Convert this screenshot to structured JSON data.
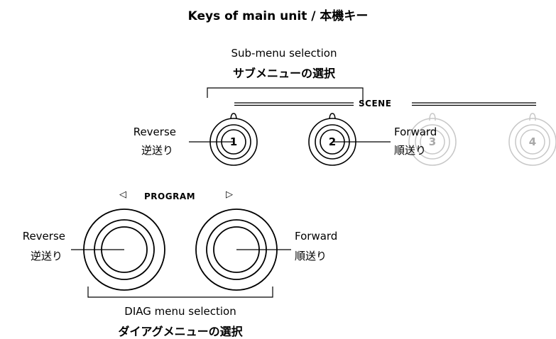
{
  "title": "Keys of main unit / 本機キー",
  "submenu": {
    "en": "Sub-menu selection",
    "ja": "サブメニューの選択"
  },
  "scene": {
    "label": "SCENE",
    "keys": [
      "1",
      "2",
      "3",
      "4"
    ]
  },
  "program": {
    "label": "PROGRAM",
    "left_arrow": "◁",
    "right_arrow": "▷"
  },
  "scene_reverse": {
    "en": "Reverse",
    "ja": "逆送り"
  },
  "scene_forward": {
    "en": "Forward",
    "ja": "順送り"
  },
  "program_reverse": {
    "en": "Reverse",
    "ja": "逆送り"
  },
  "program_forward": {
    "en": "Forward",
    "ja": "順送り"
  },
  "diag": {
    "en": "DIAG menu selection",
    "ja": "ダイアグメニューの選択"
  }
}
